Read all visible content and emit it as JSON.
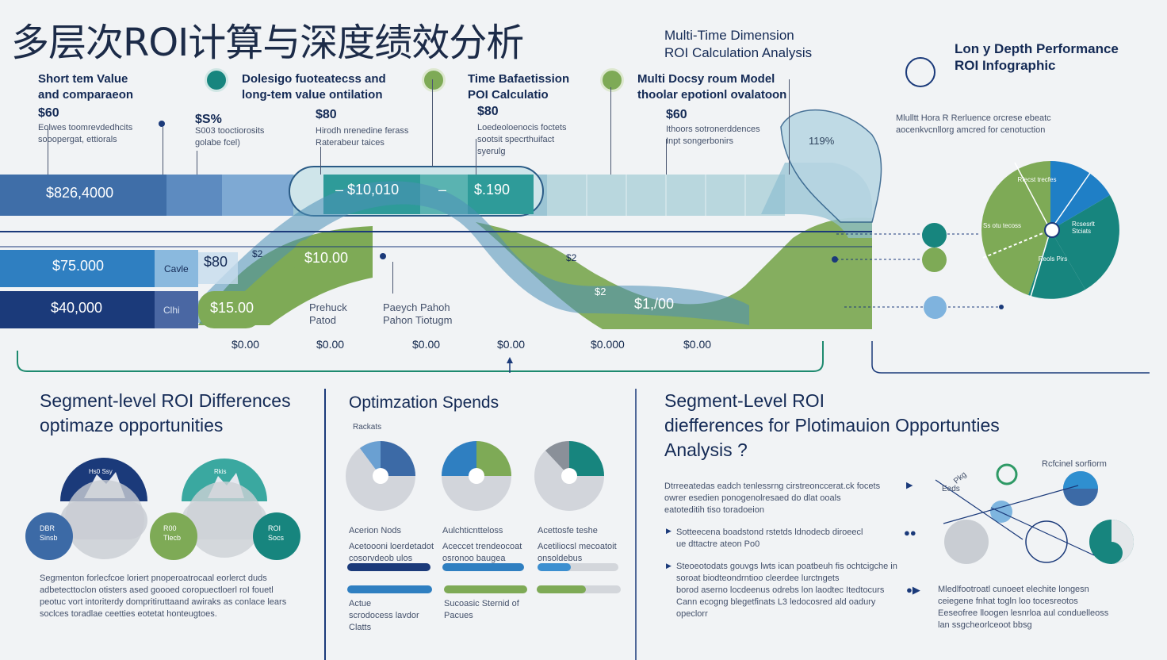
{
  "header": {
    "title_cn": "多层次ROI计算与深度绩效分析",
    "subtitle_line1": "Multi-Time Dimension",
    "subtitle_line2": "ROI Calculation Analysis",
    "right_line1": "Lon y Depth Performance",
    "right_line2": "ROI Infographic"
  },
  "top_columns": [
    {
      "title1": "Short tem Value",
      "title2": "and comparaeon",
      "value": "$60",
      "desc1": "Eolwes toomrevdedhcits",
      "desc2": "sooopergat, ettiorals"
    },
    {
      "title1": "Dolesigo fuoteatecss and",
      "title2": "long-tem value ontilation",
      "value": "$S%",
      "desc1": "S003 tooctiorosits",
      "desc2": "golabe fcel)"
    },
    {
      "title1": "",
      "title2": "",
      "value": "$80",
      "desc1": "Hirodh nrenedine ferass",
      "desc2": "Raterabeur taices"
    },
    {
      "title1": "Time Bafaetission",
      "title2": "POI Calculatio",
      "value": "$80",
      "desc1": "Loedeoloenocis foctets",
      "desc2": "sootsit specrthuifact",
      "desc3": "syerulg"
    },
    {
      "title1": "Multi Docsy roum Model",
      "title2": "thoolar epotionl ovalatoon",
      "value": "$60",
      "desc1": "Ithoors sotronerddences",
      "desc2": "Inpt songerbonirs"
    }
  ],
  "right_note": {
    "line1": "Mlulltt Hora R Rerluence orcrese ebeatc",
    "line2": "aocenkvcnllorg amcred for cenotuction",
    "badge": "119%"
  },
  "flow": {
    "row1_left": "$826,4000",
    "row1_mid": "– $10,010",
    "row1_dash": "–",
    "row1_right": "$.190",
    "row2_left": "$75.000",
    "row2_tag": "Cavle",
    "row2_b": "$80",
    "row2_c": "$10.00",
    "row2_note": "$2",
    "row3_left": "$40,000",
    "row3_tag": "Clhi",
    "row3_b": "$15.00",
    "row3_note": "$2",
    "row3_c": "$1,/00",
    "mid_note1a": "Prehuck",
    "mid_note1b": "Patod",
    "mid_note2a": "Paeych Pahoh",
    "mid_note2b": "Pahon Tiotugm",
    "wave_note": "$2"
  },
  "axis_ticks": [
    "$0.00",
    "$0.00",
    "$0.00",
    "$0.00",
    "$0.000",
    "$0.00"
  ],
  "pie_labels": [
    "Rfecst trecfes",
    "Rcsesrlt Stciats",
    "Ss otu tecoss",
    "Reols Pirs"
  ],
  "section1": {
    "title1": "Segment-level ROI Differences",
    "title2": "optimaze opportunities",
    "circle_labels": [
      "Hs0 Ssy",
      "Rkis",
      "DBR Sinsb",
      "R00 Tlecb",
      "ROI Socs"
    ],
    "para": [
      "Segmenton forlecfcoe loriert pnoperoatrocaal eorlerct duds",
      "adbetecttoclon otisters ased goooed coropuectloerl roI fouetl",
      "peotuc vort intoriterdy dompritiruttaand awiraks as conlace lears",
      "soclces toradlae ceetties eotetat honteugtoes."
    ]
  },
  "section2": {
    "title": "Optimzation Spends",
    "small": "Rackats",
    "cols": [
      {
        "label": "Acerion Nods",
        "d1": "Acetoooni loerdetadot",
        "d2": "cosorvdeob ulos"
      },
      {
        "label": "Aulchticntteloss",
        "d1": "Aceccet trendeocoat",
        "d2": "osronoo baugea"
      },
      {
        "label": "Acettosfe teshe",
        "d1": "Acetiliocsl mecoatoit",
        "d2": "onsoldebus"
      }
    ],
    "foot1": [
      "Actue",
      "scrodocess lavdor",
      "Clatts"
    ],
    "foot2": [
      "Sucoasic Sternid of",
      "Pacues"
    ]
  },
  "section3": {
    "title1": "Segment-Level ROI",
    "title2": "diefferences for Plotimauion Opportunties",
    "title3": "Analysis ?",
    "p1": [
      "Dtrreeatedas eadch tenlessrng cirstreonccerat.ck focets",
      "owrer esedien ponogenolresaed do dlat ooals",
      "eatoteditih tiso toradoeion"
    ],
    "p2": [
      "Sotteecena boadstond rstetds ldnodecb diroeecl",
      "ue dttactre ateon Po0"
    ],
    "p3": [
      "Steoeotodats gouvgs lwts ican poatbeuh fis ochtcigche in",
      "soroat biodteondrntioo cleerdee lurctngets",
      "borod aserno locdeenus odrebs lon laodtec Itedtocurs",
      "Cann ecogng blegetfinats L3 ledocosred ald oadury",
      "opeclorr"
    ],
    "diagram_label": "Rcfcinel sorfiorm",
    "diagram_small": "Eeds",
    "diagram_tag": "Pkg",
    "p4": [
      "Mledlfootroatl cunoeet elechite longesn",
      "ceiegene fnhat togln loo tocesreotos",
      "Eeseofree lloogen lesnrloa aul conduelleoss",
      "lan ssgcheorlceoot bbsg"
    ]
  },
  "colors": {
    "navy": "#1b3a7a",
    "blue": "#2f7fc1",
    "light_blue": "#7fb3de",
    "teal": "#17857e",
    "green": "#7eaa56",
    "pale_teal": "#a9cfd6"
  }
}
